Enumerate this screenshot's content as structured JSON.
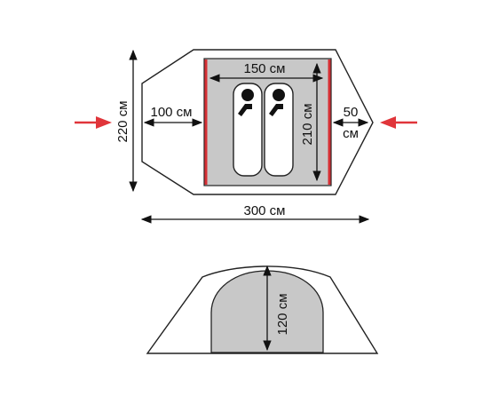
{
  "top_view": {
    "dim_width_total": "300 см",
    "dim_depth_total": "220 см",
    "dim_inner_width": "150 см",
    "dim_inner_length": "210 см",
    "dim_front_vestibule": "100 см",
    "dim_rear_vestibule_value": "50",
    "dim_rear_vestibule_unit": "см",
    "entrance_arrow_color": "#e0353a",
    "inner_tent_border_color": "#d62f34",
    "inner_tent_fill": "#c8c8c8"
  },
  "side_view": {
    "dim_height": "120 см",
    "inner_fill": "#c8c8c8"
  }
}
